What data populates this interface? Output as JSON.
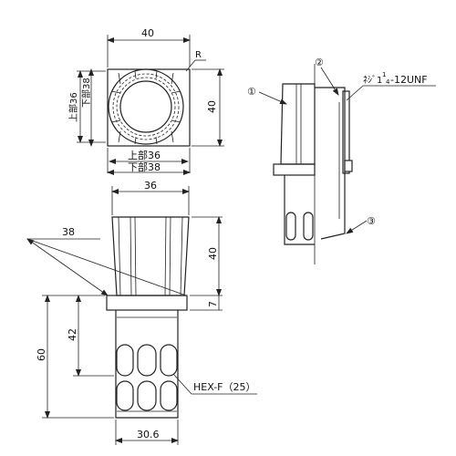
{
  "top_view": {
    "width_top": "40",
    "r_label": "R",
    "height_right": "40",
    "left_upper": "上部36",
    "left_lower": "下部38",
    "bottom_upper": "上部36",
    "bottom_lower": "下部38"
  },
  "front_view": {
    "top_width": "36",
    "diag": "38",
    "height_40": "40",
    "height_7": "7",
    "height_42": "42",
    "height_60": "60",
    "hex": "HEX-F（25）",
    "bottom_width": "30.6"
  },
  "side_view": {
    "callout_1": "①",
    "callout_2": "②",
    "callout_3": "③",
    "thread_prefix": "ﾈｼﾞ1",
    "thread_sup": "1",
    "thread_sub": "4",
    "thread_suffix": "-12UNF"
  }
}
